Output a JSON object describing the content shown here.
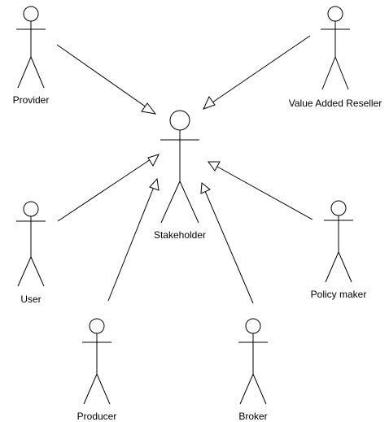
{
  "diagram": {
    "type": "uml-use-case-generalization",
    "actors": {
      "stakeholder": "Stakeholder",
      "provider": "Provider",
      "var": "Value Added Reseller",
      "user": "User",
      "policy": "Policy maker",
      "producer": "Producer",
      "broker": "Broker"
    },
    "generalizations": [
      {
        "from": "Provider",
        "to": "Stakeholder"
      },
      {
        "from": "Value Added Reseller",
        "to": "Stakeholder"
      },
      {
        "from": "User",
        "to": "Stakeholder"
      },
      {
        "from": "Policy maker",
        "to": "Stakeholder"
      },
      {
        "from": "Producer",
        "to": "Stakeholder"
      },
      {
        "from": "Broker",
        "to": "Stakeholder"
      }
    ]
  }
}
